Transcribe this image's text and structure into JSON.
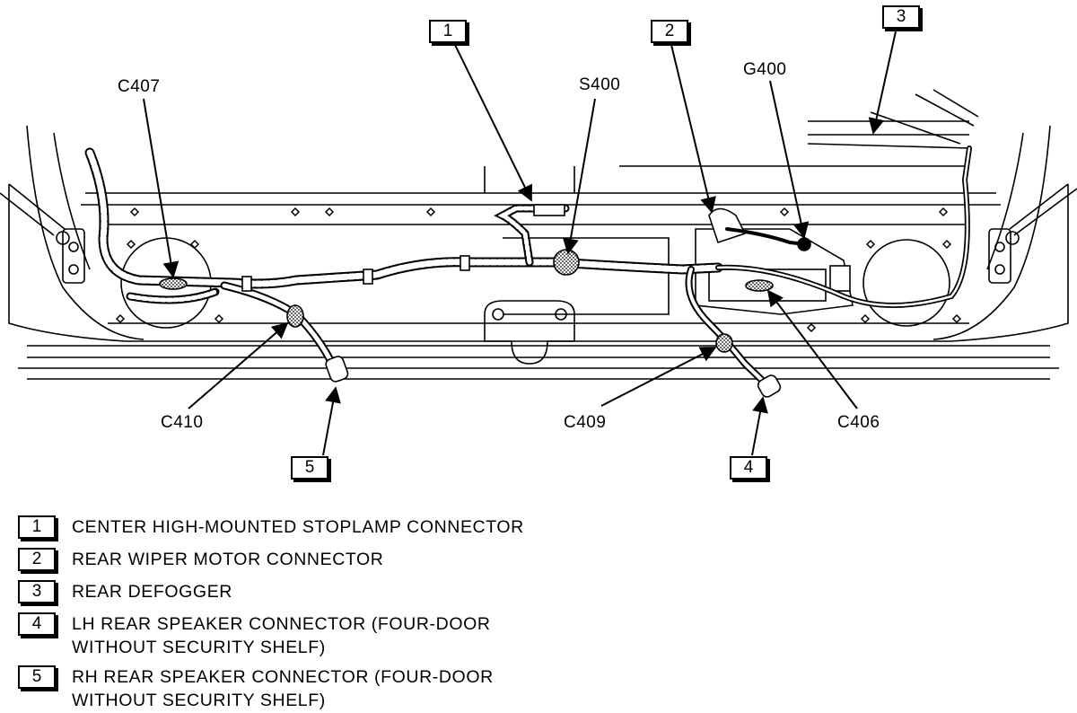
{
  "connectors": {
    "c407": "C407",
    "s400": "S400",
    "g400": "G400",
    "c410": "C410",
    "c409": "C409",
    "c406": "C406"
  },
  "callouts": [
    "1",
    "2",
    "3",
    "4",
    "5"
  ],
  "legend": [
    {
      "num": "1",
      "text": "CENTER HIGH-MOUNTED STOPLAMP CONNECTOR"
    },
    {
      "num": "2",
      "text": "REAR WIPER MOTOR CONNECTOR"
    },
    {
      "num": "3",
      "text": "REAR DEFOGGER"
    },
    {
      "num": "4",
      "text": "LH REAR SPEAKER CONNECTOR (FOUR-DOOR\nWITHOUT SECURITY SHELF)"
    },
    {
      "num": "5",
      "text": "RH REAR SPEAKER CONNECTOR (FOUR-DOOR\nWITHOUT SECURITY SHELF)"
    }
  ]
}
